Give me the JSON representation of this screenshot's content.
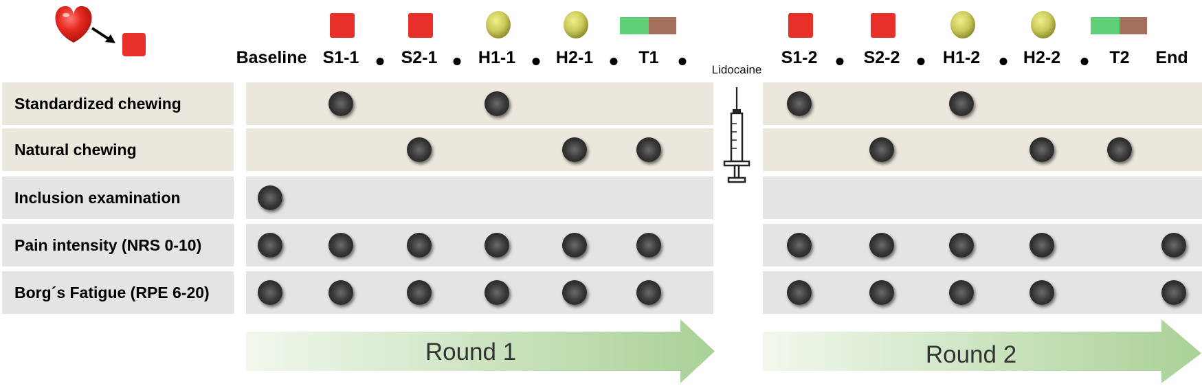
{
  "diagram": {
    "columns": [
      "Baseline",
      "S1-1",
      "S2-1",
      "H1-1",
      "H2-1",
      "T1",
      "S1-2",
      "S2-2",
      "H1-2",
      "H2-2",
      "T2",
      "End"
    ],
    "intervention_label": "Lidocaine",
    "rows": [
      {
        "label": "Standardized chewing",
        "shade": "beige",
        "markers": [
          "S1-1",
          "H1-1",
          "S1-2",
          "H1-2"
        ]
      },
      {
        "label": "Natural chewing",
        "shade": "beige",
        "markers": [
          "S2-1",
          "H2-1",
          "T1",
          "S2-2",
          "H2-2",
          "T2"
        ]
      },
      {
        "label": "Inclusion examination",
        "shade": "gray",
        "markers": [
          "Baseline"
        ]
      },
      {
        "label": "Pain intensity (NRS 0-10)",
        "shade": "gray",
        "markers": [
          "Baseline",
          "S1-1",
          "S2-1",
          "H1-1",
          "H2-1",
          "T1",
          "S1-2",
          "S2-2",
          "H1-2",
          "H2-2",
          "End"
        ]
      },
      {
        "label": "Borg´s Fatigue (RPE 6-20)",
        "shade": "gray",
        "markers": [
          "Baseline",
          "S1-1",
          "S2-1",
          "H1-1",
          "H2-1",
          "T1",
          "S1-2",
          "S2-2",
          "H1-2",
          "H2-2",
          "End"
        ]
      }
    ],
    "rounds": [
      {
        "label": "Round 1"
      },
      {
        "label": "Round 2"
      }
    ],
    "colors": {
      "band_beige": "#ece7dc",
      "band_gray": "#e4e4e7",
      "arrow_green": "#b9d9a8",
      "candy_red": "#e8302a",
      "gummy_yellow": "#c9c95a",
      "strip_green": "#5fcf78",
      "strip_brown": "#a5705b"
    }
  }
}
